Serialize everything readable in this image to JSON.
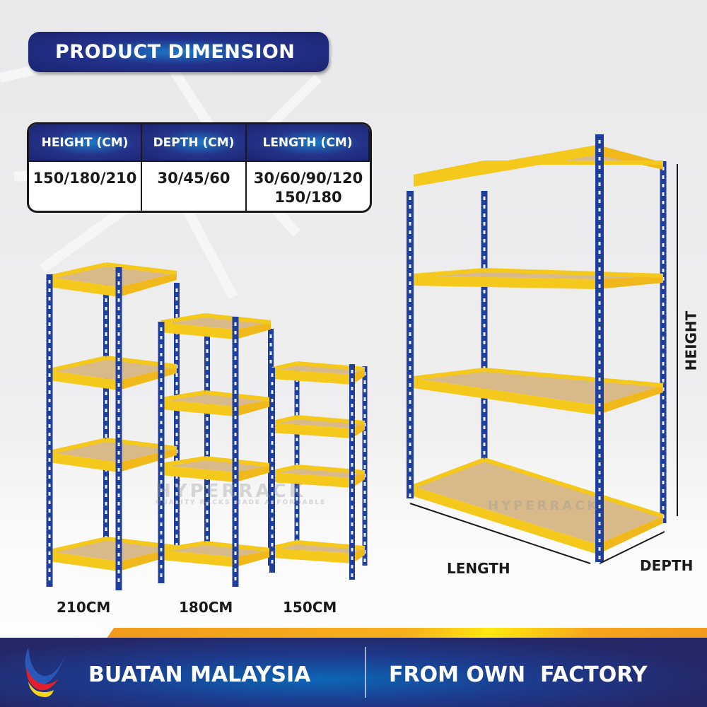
{
  "header": {
    "title": "PRODUCT DIMENSION"
  },
  "table": {
    "columns": [
      "HEIGHT (CM)",
      "DEPTH (CM)",
      "LENGTH (CM)"
    ],
    "rows": [
      [
        "150/180/210",
        "30/45/60",
        "30/60/90/120\n150/180"
      ]
    ]
  },
  "racks": [
    {
      "label": "210CM"
    },
    {
      "label": "180CM"
    },
    {
      "label": "150CM"
    }
  ],
  "dimension_labels": {
    "height": "HEIGHT",
    "length": "LENGTH",
    "depth": "DEPTH"
  },
  "watermark": {
    "brand": "HYPERRACK",
    "tagline": "QUALITY RACKS MADE AFFORDABLE"
  },
  "footer": {
    "left": "BUATAN MALAYSIA",
    "right": "FROM OWN  FACTORY"
  },
  "colors": {
    "post": "#1f3f9e",
    "frame": "#f5c81c",
    "board": "#d8b98a",
    "navy": "#1d2470",
    "accent": "#f7b11c"
  }
}
